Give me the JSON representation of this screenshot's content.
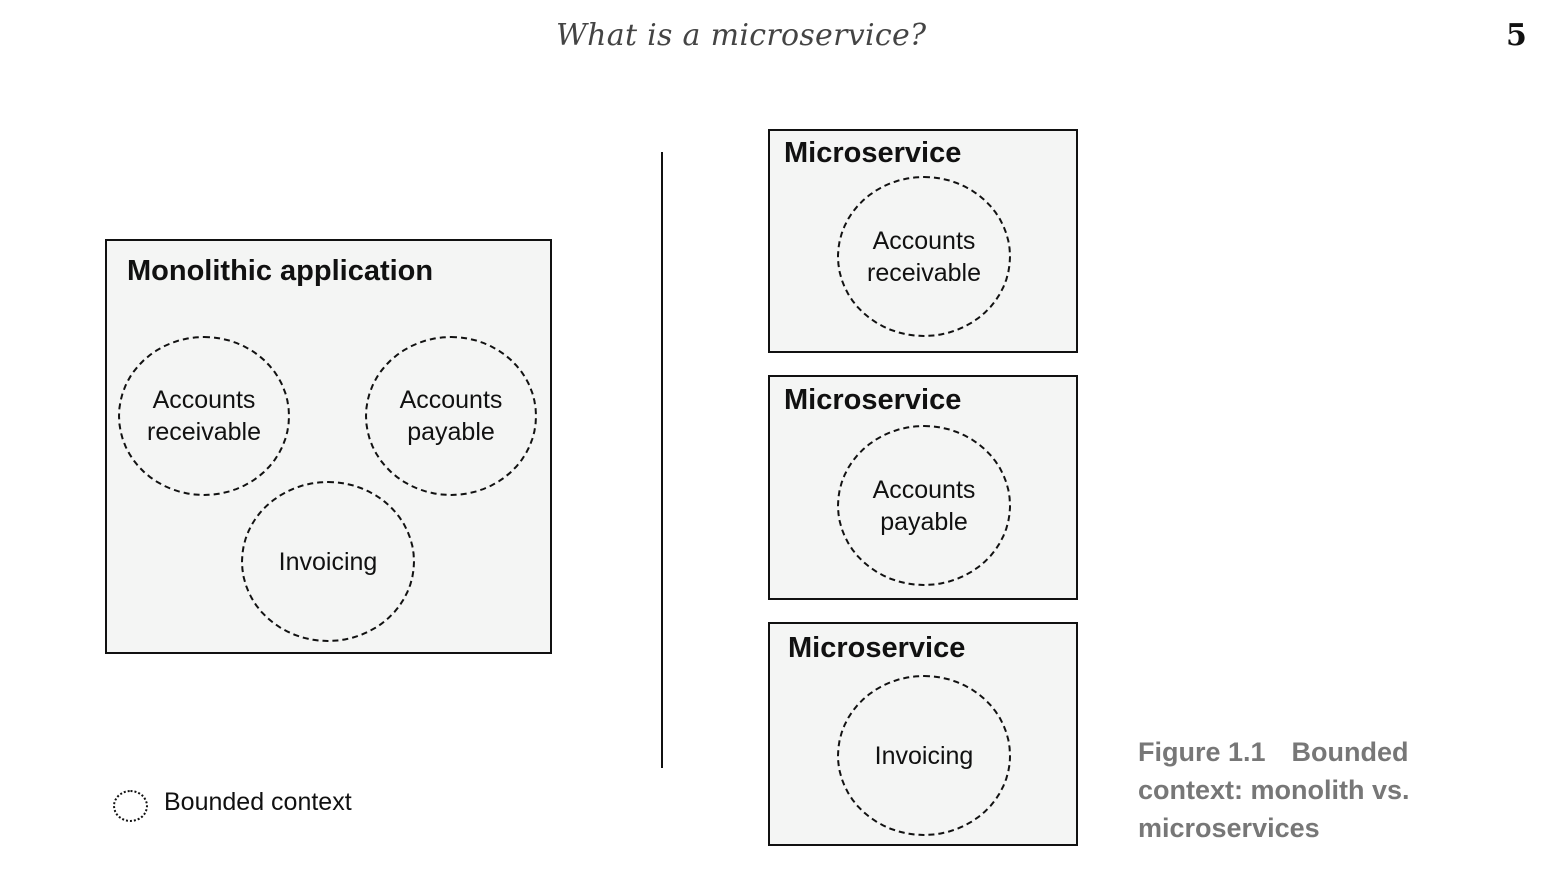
{
  "header": {
    "title": "What is a microservice?",
    "page_number": "5"
  },
  "monolith": {
    "title": "Monolithic application",
    "contexts": [
      {
        "line1": "Accounts",
        "line2": "receivable"
      },
      {
        "line1": "Accounts",
        "line2": "payable"
      },
      {
        "line1": "Invoicing",
        "line2": ""
      }
    ]
  },
  "microservices": [
    {
      "title": "Microservice",
      "context": {
        "line1": "Accounts",
        "line2": "receivable"
      }
    },
    {
      "title": "Microservice",
      "context": {
        "line1": "Accounts",
        "line2": "payable"
      }
    },
    {
      "title": "Microservice",
      "context": {
        "line1": "Invoicing",
        "line2": ""
      }
    }
  ],
  "legend": {
    "label": "Bounded context"
  },
  "caption": {
    "figure_label": "Figure 1.1",
    "text": "Bounded context: monolith vs. microservices"
  }
}
